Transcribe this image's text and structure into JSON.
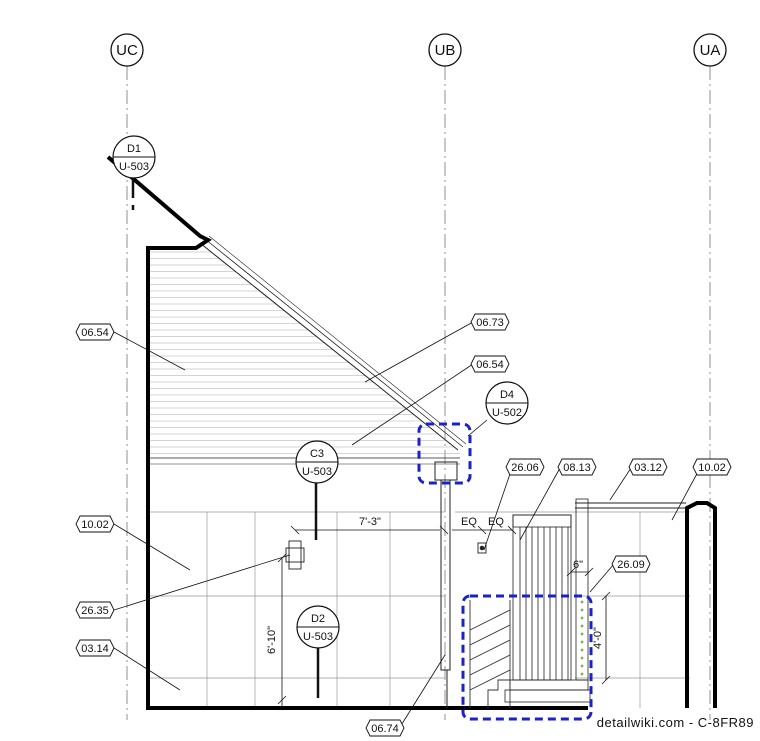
{
  "grid_lines": [
    {
      "id": "uc",
      "label": "UC"
    },
    {
      "id": "ub",
      "label": "UB"
    },
    {
      "id": "ua",
      "label": "UA"
    }
  ],
  "keynotes": {
    "k0654_left": "06.54",
    "k0673": "06.73",
    "k0654_right": "06.54",
    "k1002_left": "10.02",
    "k2635": "26.35",
    "k0314": "03.14",
    "k2606": "26.06",
    "k0813": "08.13",
    "k0312": "03.12",
    "k1002_right": "10.02",
    "k2609": "26.09",
    "k0674": "06.74"
  },
  "detail_refs": {
    "d1": {
      "detail": "D1",
      "sheet": "U-503"
    },
    "d4": {
      "detail": "D4",
      "sheet": "U-502"
    },
    "c3": {
      "detail": "C3",
      "sheet": "U-503"
    },
    "d2": {
      "detail": "D2",
      "sheet": "U-503"
    }
  },
  "dimensions": {
    "span": "7'-3\"",
    "eq1": "EQ",
    "eq2": "EQ",
    "height": "6'-10\"",
    "six_in": "6\"",
    "four_ft": "4'-0\""
  },
  "highlight_color": "#1a22c8",
  "watermark": "detailwiki.com - C-8FR89"
}
